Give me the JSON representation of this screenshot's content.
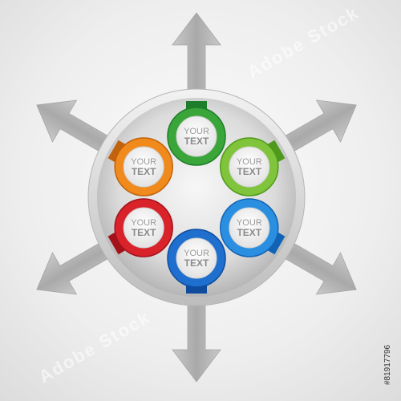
{
  "nodes": [
    {
      "id": "top",
      "line1": "YOUR",
      "line2": "TEXT",
      "color": "#3aa63a",
      "color_dark": "#1e7d2a"
    },
    {
      "id": "upper-right",
      "line1": "YOUR",
      "line2": "TEXT",
      "color": "#7fc43a",
      "color_dark": "#4f9a1c"
    },
    {
      "id": "lower-right",
      "line1": "YOUR",
      "line2": "TEXT",
      "color": "#2a8fe0",
      "color_dark": "#1163b5"
    },
    {
      "id": "bottom",
      "line1": "YOUR",
      "line2": "TEXT",
      "color": "#1f6fcf",
      "color_dark": "#0f4c9c"
    },
    {
      "id": "lower-left",
      "line1": "YOUR",
      "line2": "TEXT",
      "color": "#d9222a",
      "color_dark": "#a3121a"
    },
    {
      "id": "upper-left",
      "line1": "YOUR",
      "line2": "TEXT",
      "color": "#f08a1c",
      "color_dark": "#c2620c"
    }
  ],
  "arrows": [
    "up",
    "up-right",
    "down-right",
    "down",
    "down-left",
    "up-left"
  ],
  "watermark": "Adobe Stock",
  "stock_code": "#81917796",
  "colors": {
    "arrow": "#b9b9b9",
    "ring": "#c8c8c8",
    "inner": "#e6e6e6"
  }
}
